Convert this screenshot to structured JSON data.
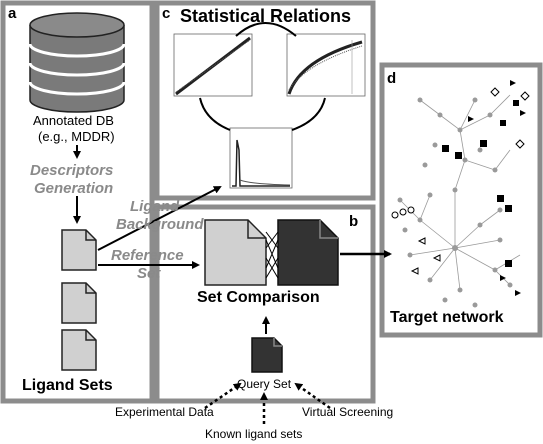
{
  "panels": {
    "a": {
      "label": "a",
      "db_title": "Annotated DB",
      "db_subtitle": "(e.g., MDDR)",
      "step_line1": "Descriptors",
      "step_line2": "Generation",
      "section_title": "Ligand Sets"
    },
    "b": {
      "label": "b",
      "ref_line1": "Ligand",
      "ref_line2": "Background",
      "ref_line3": "Reference",
      "ref_line4": "Set",
      "comparison_title": "Set Comparison",
      "query_label": "Query Set"
    },
    "c": {
      "label": "c",
      "title": "Statistical Relations"
    },
    "d": {
      "label": "d",
      "title": "Target network"
    }
  },
  "sources": {
    "left": "Experimental Data",
    "right": "Virtual Screening",
    "bottom": "Known ligand sets"
  },
  "colors": {
    "panel_border": "#8c8c8c",
    "doc_light": "#d0d0d0",
    "doc_dark": "#333333",
    "db_grey": "#7a7a7a",
    "network_grey": "#9a9a9a",
    "italic_grey": "#8a8a8a"
  }
}
